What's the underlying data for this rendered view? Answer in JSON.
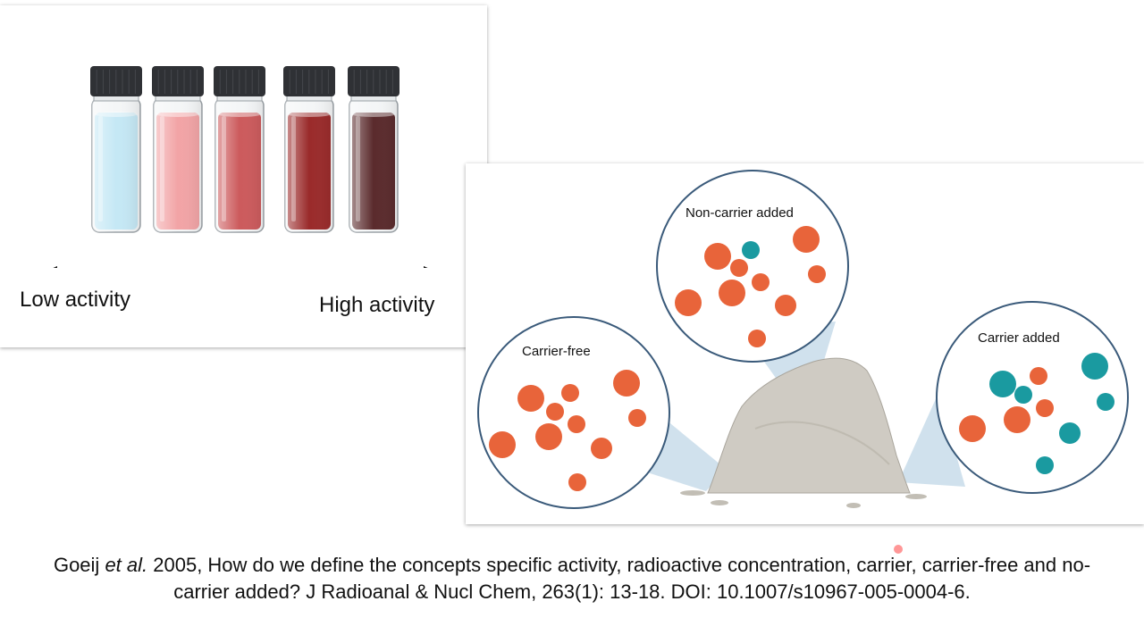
{
  "activity_scale": {
    "low_label": "Low activity",
    "high_label": "High activity",
    "vials": [
      {
        "name": "vial-1",
        "liquid_color": "#c5e8f5"
      },
      {
        "name": "vial-2",
        "liquid_color": "#f2a4a6"
      },
      {
        "name": "vial-3",
        "liquid_color": "#cc5a5c"
      },
      {
        "name": "vial-4",
        "liquid_color": "#9a2a2a"
      },
      {
        "name": "vial-5",
        "liquid_color": "#5a2a2c"
      }
    ]
  },
  "carrier_diagram": {
    "non_carrier_added": "Non-carrier added",
    "carrier_free": "Carrier-free",
    "carrier_added": "Carrier added",
    "colors": {
      "radionuclide": "#e8643a",
      "carrier": "#1a9aa0",
      "rock": "#cfcbc3",
      "beam": "#a9c8df"
    }
  },
  "citation": {
    "authors_pre": "Goeij ",
    "etal": "et al.",
    "rest": " 2005, How do we define the concepts specific activity, radioactive concentration, carrier, carrier-free and no-carrier added? J Radioanal & Nucl Chem, 263(1): 13-18. DOI:  10.1007/s10967-005-0004-6."
  }
}
